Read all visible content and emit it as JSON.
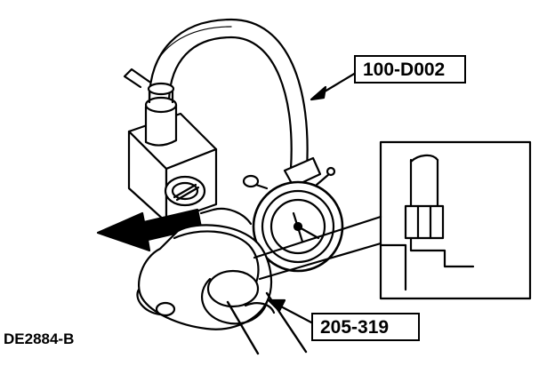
{
  "callouts": {
    "tool_top": "100-D002",
    "tool_bottom": "205-319"
  },
  "figure_id": "DE2884-B",
  "colors": {
    "ink": "#000000",
    "paper": "#ffffff"
  }
}
